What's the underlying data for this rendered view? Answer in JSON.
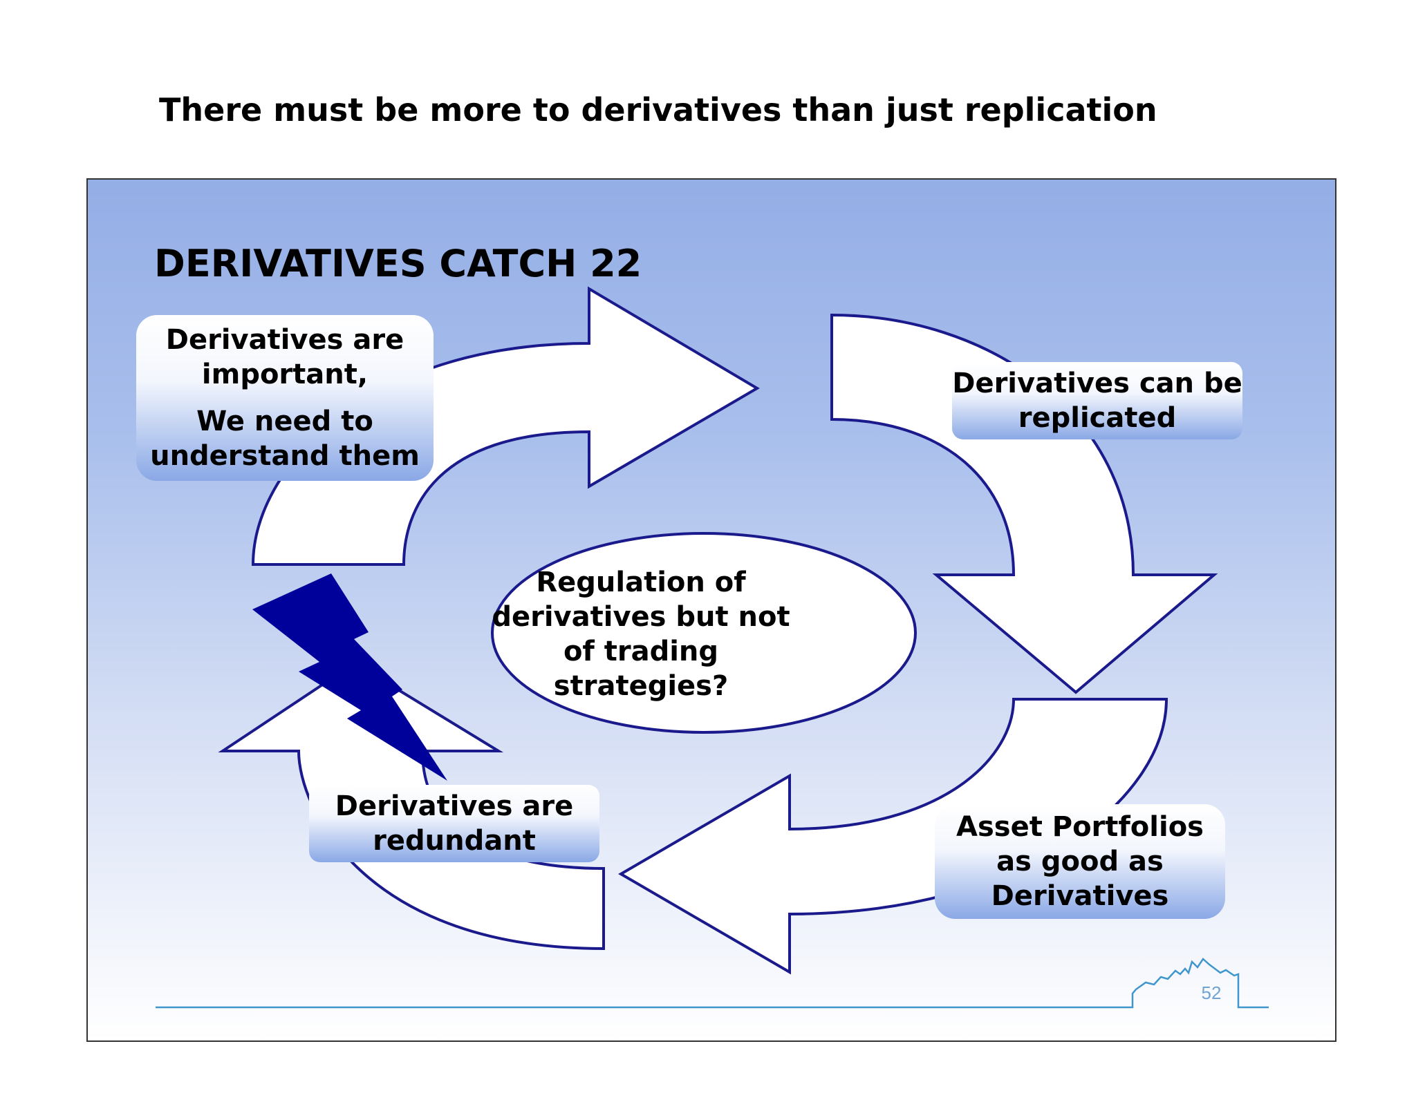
{
  "page_title": "There must be more to derivatives than just replication",
  "diagram": {
    "title": "DERIVATIVES CATCH 22",
    "box_important": {
      "line1": "Derivatives are important,",
      "line2": "We need to understand them"
    },
    "box_replicated": "Derivatives can be replicated",
    "box_portfolios": "Asset Portfolios as good as Derivatives",
    "box_redundant": "Derivatives are redundant",
    "center": "Regulation of derivatives but not of trading strategies?",
    "page_number": "52"
  },
  "colors": {
    "outline": "#1a1a8c",
    "lightning": "#00009a",
    "accent_line": "#3f96cc"
  }
}
